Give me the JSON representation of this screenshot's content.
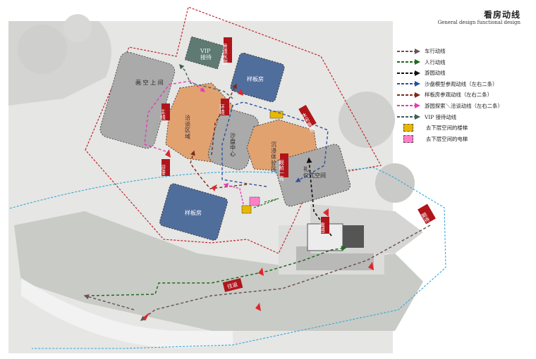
{
  "header": {
    "title_cn": "看房动线",
    "title_en": "General design functional design"
  },
  "colors": {
    "vehicle": "#6b5454",
    "pedestrian": "#1f6b1f",
    "tour": "#111111",
    "sandtable": "#2f4f9a",
    "showflat": "#7a2a1a",
    "garden": "#e83ab8",
    "vip": "#3e5f5a",
    "stair": "#e8b800",
    "elevator": "#ff7fc8",
    "boundary_red": "#c0262c",
    "boundary_blue": "#35a7d8",
    "label_bg": "#b0151b",
    "arrow_red": "#e0262c",
    "zone_orange": "#e2a270",
    "zone_blue": "#506e9c",
    "zone_gray": "#a9aaa9"
  },
  "legend": [
    {
      "key": "vehicle",
      "label": "车行动线",
      "icon": "dashed-arrow"
    },
    {
      "key": "pedestrian",
      "label": "人行动线",
      "icon": "dashed-arrow"
    },
    {
      "key": "tour",
      "label": "游园动线",
      "icon": "dashed-arrow"
    },
    {
      "key": "sandtable",
      "label": "沙盘模型参观动线（左右二条）",
      "icon": "dashed-arrow"
    },
    {
      "key": "showflat",
      "label": "样板房参观动线（左右二条）",
      "icon": "dashed-arrow"
    },
    {
      "key": "garden",
      "label": "游园探索＼洽谈动线（左右二条）",
      "icon": "dashed-arrow"
    },
    {
      "key": "vip",
      "label": "VIP 接待动线",
      "icon": "dashed-arrow"
    },
    {
      "key": "stair",
      "label": "去下层空间的楼梯",
      "icon": "swatch"
    },
    {
      "key": "elevator",
      "label": "去下层空间的电梯",
      "icon": "swatch"
    }
  ],
  "zones": {
    "vip": "VIP\n接待",
    "showflat_top": "样板房",
    "showflat_bottom": "样板房",
    "left_gallery": "画\n空\n上\n间",
    "orange_left": "洽\n谈\n区\n域",
    "orange_right": "沉\n浸\n体\n验\n区",
    "sandtable": "沙\n盘\n中\n心",
    "ceremony": "礼\n仪式空间"
  },
  "tags": {
    "yiyuan": "意境水园",
    "xiuxian": "休闲典雅",
    "yanqian": "眼前一亮",
    "zhuxian": "主线",
    "huanjing": "环境",
    "jingxiang": "迎接",
    "qidai": "期待",
    "wangfan": "往返",
    "zhenhan": "震撼"
  }
}
